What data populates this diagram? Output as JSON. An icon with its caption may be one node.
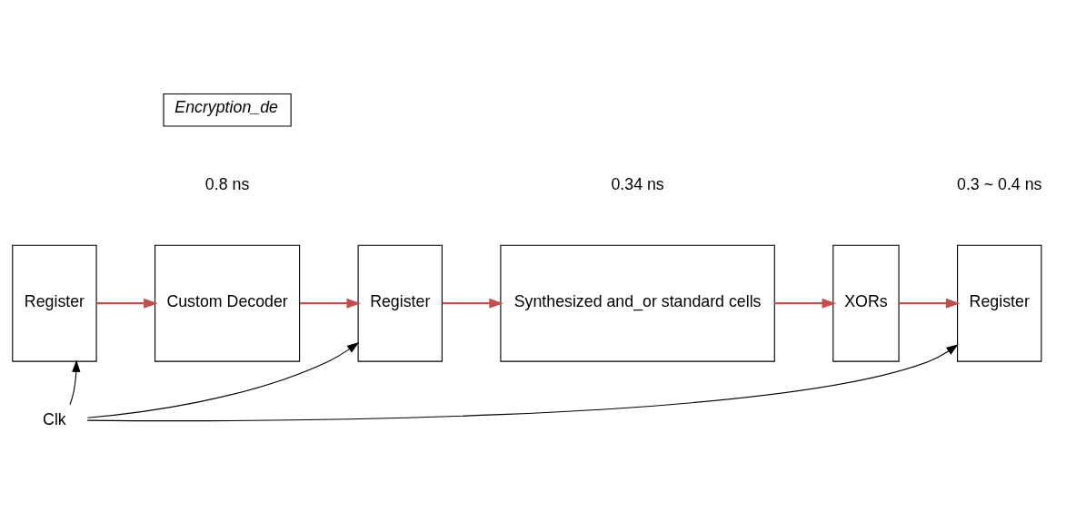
{
  "diagram": {
    "nodes": [
      {
        "text": [
          "Encryption_de"
        ]
      },
      {
        "text": [
          "Register"
        ]
      },
      {
        "text": [
          "Custom Decoder"
        ]
      },
      {
        "text": [
          "Register"
        ]
      },
      {
        "text": [
          "Synthesized and_or standard cells"
        ]
      },
      {
        "text": [
          "XORs"
        ]
      },
      {
        "text": [
          "Register"
        ]
      },
      {
        "text": [
          "Clk"
        ]
      }
    ],
    "edges": [
      {
        "from": 1,
        "to": 2,
        "arrow": "to",
        "color": "#c0504d"
      },
      {
        "from": 2,
        "to": 3,
        "arrow": "to",
        "color": "#c0504d"
      },
      {
        "from": 3,
        "to": 4,
        "arrow": "to",
        "color": "#c0504d"
      },
      {
        "from": 4,
        "to": 5,
        "arrow": "to",
        "color": "#c0504d"
      },
      {
        "from": 5,
        "to": 6,
        "arrow": "to",
        "color": "#c0504d"
      },
      {
        "from": 7,
        "to": 1,
        "arrow": "to",
        "color": "#000000"
      },
      {
        "from": 7,
        "to": 3,
        "arrow": "to",
        "color": "#000000"
      },
      {
        "from": 7,
        "to": 6,
        "arrow": "to",
        "color": "#000000"
      }
    ],
    "labels": [
      "0.8 ns",
      "0.34 ns",
      "0.3 ~ 0.4 ns"
    ]
  }
}
